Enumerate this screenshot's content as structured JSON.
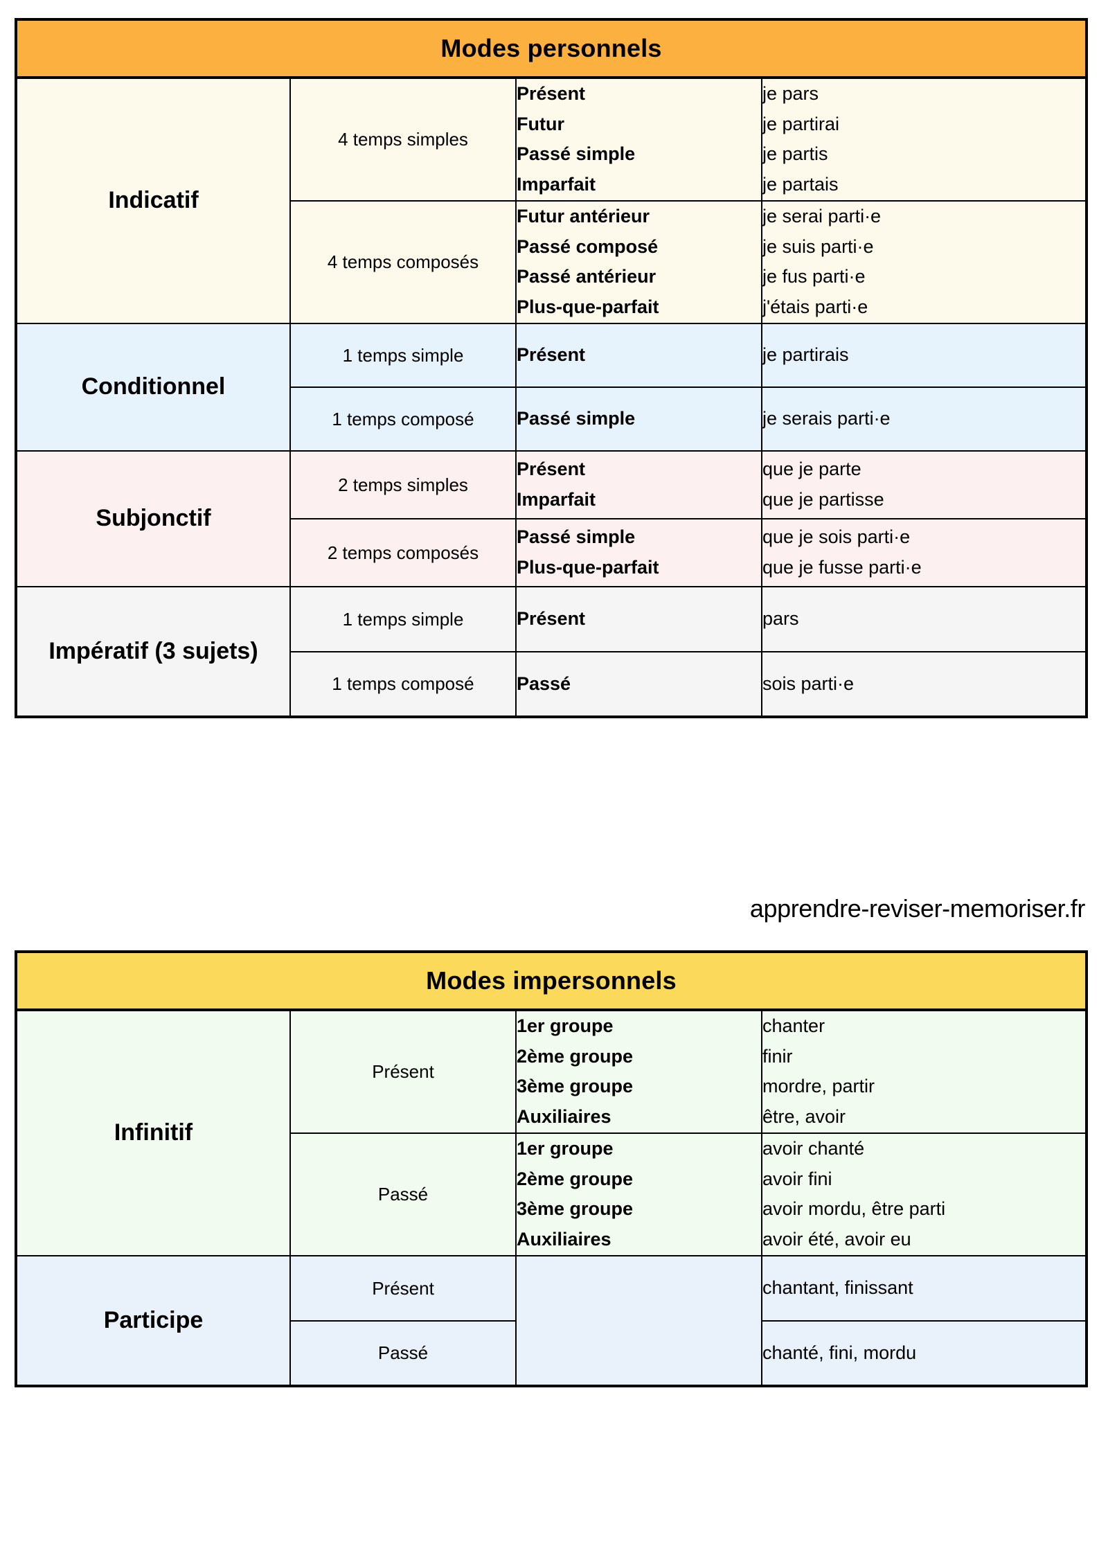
{
  "watermark": "apprendre-reviser-memoriser.fr",
  "colors": {
    "banner_personnels": "#fbb040",
    "banner_impersonnels": "#fbd95b",
    "indicatif_bg": "#fdfaec",
    "conditionnel_bg": "#e6f2fc",
    "subjonctif_bg": "#fdf0f0",
    "imperatif_bg": "#f5f5f5",
    "infinitif_bg": "#f2fbef",
    "participe_bg": "#e9f1fb",
    "border": "#000000"
  },
  "personnels": {
    "banner": "Modes personnels",
    "modes": [
      {
        "name": "Indicatif",
        "rows": [
          {
            "count": [
              "4 temps",
              "simples"
            ],
            "tenses": [
              "Présent",
              "Futur",
              "Passé simple",
              "Imparfait"
            ],
            "examples": [
              "je pars",
              "je partirai",
              "je partis",
              "je partais"
            ]
          },
          {
            "count": [
              "4 temps",
              "composés"
            ],
            "tenses": [
              "Futur antérieur",
              "Passé composé",
              "Passé antérieur",
              "Plus-que-parfait"
            ],
            "examples": [
              "je serai parti·e",
              "je suis parti·e",
              "je fus parti·e",
              "j'étais parti·e"
            ]
          }
        ]
      },
      {
        "name": "Conditionnel",
        "rows": [
          {
            "count": [
              "1 temps simple"
            ],
            "tenses": [
              "Présent"
            ],
            "examples": [
              "je partirais"
            ]
          },
          {
            "count": [
              "1 temps composé"
            ],
            "tenses": [
              "Passé simple"
            ],
            "examples": [
              "je serais parti·e"
            ]
          }
        ]
      },
      {
        "name": "Subjonctif",
        "rows": [
          {
            "count": [
              "2 temps",
              "simples"
            ],
            "tenses": [
              "Présent",
              "Imparfait"
            ],
            "examples": [
              "que je parte",
              "que je partisse"
            ]
          },
          {
            "count": [
              "2 temps",
              "composés"
            ],
            "tenses": [
              "Passé simple",
              "Plus-que-parfait"
            ],
            "examples": [
              "que je sois parti·e",
              "que je fusse parti·e"
            ]
          }
        ]
      },
      {
        "name": "Impératif\n(3 sujets)",
        "name_line1": "Impératif",
        "name_line2": "(3 sujets)",
        "rows": [
          {
            "count": [
              "1 temps simple"
            ],
            "tenses": [
              "Présent"
            ],
            "examples": [
              "pars"
            ]
          },
          {
            "count": [
              "1 temps composé"
            ],
            "tenses": [
              "Passé"
            ],
            "examples": [
              "sois parti·e"
            ]
          }
        ]
      }
    ]
  },
  "impersonnels": {
    "banner": "Modes impersonnels",
    "modes": [
      {
        "name": "Infinitif",
        "rows": [
          {
            "count": [
              "Présent"
            ],
            "tenses": [
              "1er groupe",
              "2ème groupe",
              "3ème groupe",
              "Auxiliaires"
            ],
            "examples": [
              "chanter",
              "finir",
              "mordre, partir",
              "être, avoir"
            ]
          },
          {
            "count": [
              "Passé"
            ],
            "tenses": [
              "1er groupe",
              "2ème groupe",
              "3ème groupe",
              "Auxiliaires"
            ],
            "examples": [
              "avoir chanté",
              "avoir fini",
              "avoir mordu, être parti",
              "avoir été, avoir eu"
            ]
          }
        ]
      },
      {
        "name": "Participe",
        "rows": [
          {
            "count": [
              "Présent"
            ],
            "tenses": [],
            "examples": [
              "chantant, finissant"
            ]
          },
          {
            "count": [
              "Passé"
            ],
            "tenses": [],
            "examples": [
              "chanté, fini, mordu"
            ]
          }
        ]
      }
    ]
  }
}
